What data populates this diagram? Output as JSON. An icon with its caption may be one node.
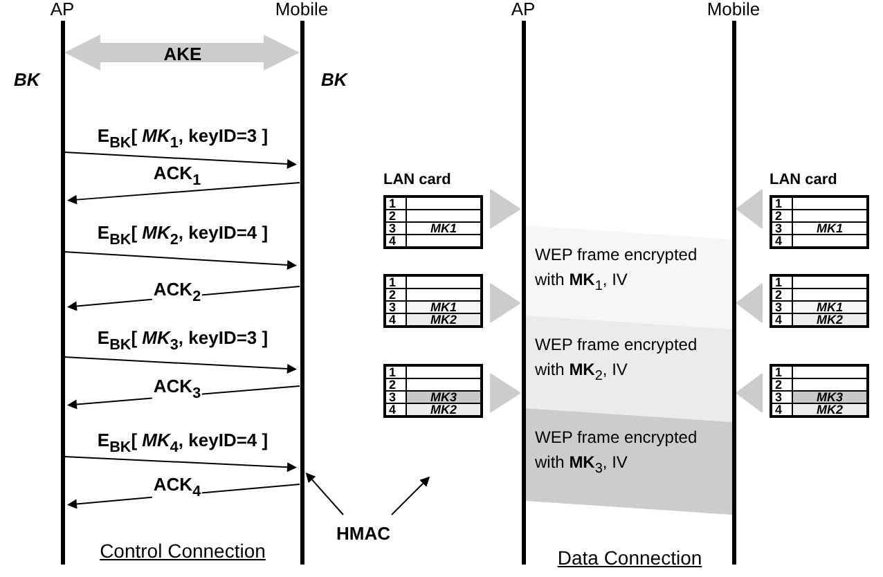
{
  "diagram": {
    "nodes": [
      {
        "text": [
          "AP"
        ],
        "beside": [
          "BK"
        ]
      },
      {
        "text": [
          "Mobile"
        ],
        "beside": [
          "BK"
        ]
      },
      {
        "text": [
          "AP"
        ]
      },
      {
        "text": [
          "Mobile"
        ]
      },
      {
        "text": [
          "LAN card",
          "1",
          "2",
          "3",
          "MK1",
          "4"
        ]
      },
      {
        "text": [
          "1",
          "2",
          "3",
          "MK1",
          "4",
          "MK2"
        ]
      },
      {
        "text": [
          "1",
          "2",
          "3",
          "MK3",
          "4",
          "MK2"
        ]
      },
      {
        "text": [
          "WEP frame encrypted with **MK**$_{1}$, IV"
        ]
      },
      {
        "text": [
          "WEP frame encrypted with **MK**$_{2}$, IV"
        ]
      },
      {
        "text": [
          "WEP frame encrypted with **MK**$_{3}$, IV"
        ]
      },
      {
        "text": [
          "LAN card",
          "1",
          "2",
          "3",
          "MK1",
          "4"
        ]
      },
      {
        "text": [
          "1",
          "2",
          "3",
          "MK1",
          "4",
          "MK2"
        ]
      },
      {
        "text": [
          "1",
          "2",
          "3",
          "MK3",
          "4",
          "MK2"
        ]
      },
      {
        "text": [
          "HMAC"
        ]
      }
    ],
    "edges": [
      {
        "from": 0,
        "to": 1,
        "arrow": "both",
        "label": "AKE",
        "style": "thick",
        "color": "#cccccc"
      },
      {
        "from": 0,
        "to": 1,
        "arrow": "to",
        "label": "E$_{BK}$[ *MK*$_{1}$, keyID=3 ]"
      },
      {
        "from": 1,
        "to": 0,
        "arrow": "to",
        "label": "ACK$_{1}$"
      },
      {
        "from": 0,
        "to": 1,
        "arrow": "to",
        "label": "E$_{BK}$[ *MK*$_{2}$, keyID=4 ]"
      },
      {
        "from": 1,
        "to": 0,
        "arrow": "to",
        "label": "ACK$_{2}$"
      },
      {
        "from": 0,
        "to": 1,
        "arrow": "to",
        "label": "E$_{BK}$[ *MK*$_{3}$, keyID=3 ]"
      },
      {
        "from": 1,
        "to": 0,
        "arrow": "to",
        "label": "ACK$_{3}$"
      },
      {
        "from": 0,
        "to": 1,
        "arrow": "to",
        "label": "E$_{BK}$[ *MK*$_{4}$, keyID=4 ]"
      },
      {
        "from": 1,
        "to": 0,
        "arrow": "to",
        "label": "ACK$_{4}$"
      },
      {
        "from": 4,
        "to": 2,
        "arrow": "to",
        "style": "thick",
        "color": "#cccccc"
      },
      {
        "from": 5,
        "to": 2,
        "arrow": "to",
        "style": "thick",
        "color": "#cccccc"
      },
      {
        "from": 6,
        "to": 2,
        "arrow": "to",
        "style": "thick",
        "color": "#cccccc"
      },
      {
        "from": 10,
        "to": 3,
        "arrow": "to",
        "style": "thick",
        "color": "#cccccc"
      },
      {
        "from": 11,
        "to": 3,
        "arrow": "to",
        "style": "thick",
        "color": "#cccccc"
      },
      {
        "from": 12,
        "to": 3,
        "arrow": "to",
        "style": "thick",
        "color": "#cccccc"
      },
      {
        "from": 13,
        "to": 1,
        "arrow": "to"
      },
      {
        "from": 13,
        "to": null,
        "arrow": "to"
      }
    ],
    "labels": [
      "Control Connection",
      "Data Connection"
    ]
  }
}
